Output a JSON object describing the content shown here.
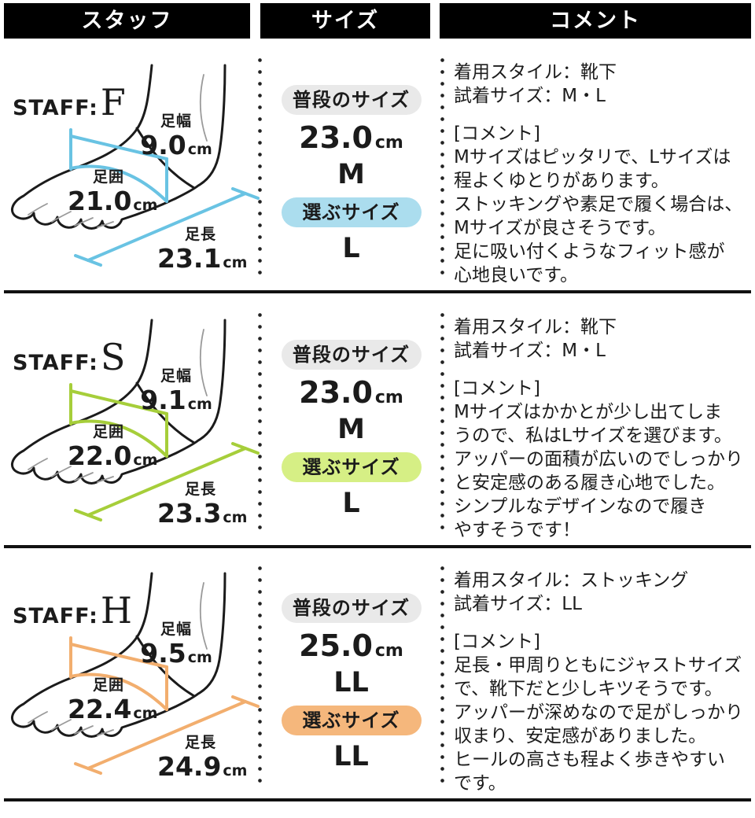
{
  "header": {
    "columns": [
      {
        "label": "スタッフ"
      },
      {
        "label": "サイズ"
      },
      {
        "label": "コメント"
      }
    ]
  },
  "labels": {
    "staff_prefix": "STAFF:",
    "foot_width": "足幅",
    "foot_girth": "足囲",
    "foot_length": "足長",
    "cm_unit": "cm",
    "usual_size": "普段のサイズ",
    "pick_size": "選ぶサイズ"
  },
  "usual_pill_color": "#e9e9e9",
  "rows": [
    {
      "staff_initial": "F",
      "foot_width_cm": "9.0",
      "foot_girth_cm": "21.0",
      "foot_length_cm": "23.1",
      "usual_size_cm": "23.0",
      "usual_size_label": "M",
      "pick_size_label": "L",
      "accent_color": "#69c3e3",
      "pick_pill_color": "#abddee",
      "wear_style": "着用スタイル：靴下",
      "try_sizes": "試着サイズ：M・L",
      "comment_title": "[コメント]",
      "comment": "Mサイズはピッタリで、Lサイズは\n程よくゆとりがあります。\nストッキングや素足で履く場合は、\nMサイズが良さそうです。\n足に吸い付くようなフィット感が\n心地良いです。"
    },
    {
      "staff_initial": "S",
      "foot_width_cm": "9.1",
      "foot_girth_cm": "22.0",
      "foot_length_cm": "23.3",
      "usual_size_cm": "23.0",
      "usual_size_label": "M",
      "pick_size_label": "L",
      "accent_color": "#a6ce3a",
      "pick_pill_color": "#d6ef85",
      "wear_style": "着用スタイル：靴下",
      "try_sizes": "試着サイズ：M・L",
      "comment_title": "[コメント]",
      "comment": "Mサイズはかかとが少し出てしま\nうので、私はLサイズを選びます。\nアッパーの面積が広いのでしっかり\nと安定感のある履き心地でした。\nシンプルなデザインなので履き\nやすそうです！"
    },
    {
      "staff_initial": "H",
      "foot_width_cm": "9.5",
      "foot_girth_cm": "22.4",
      "foot_length_cm": "24.9",
      "usual_size_cm": "25.0",
      "usual_size_label": "LL",
      "pick_size_label": "LL",
      "accent_color": "#f2ae6e",
      "pick_pill_color": "#f5b77c",
      "wear_style": "着用スタイル：ストッキング",
      "try_sizes": "試着サイズ：LL",
      "comment_title": "[コメント]",
      "comment": "足長・甲周りともにジャストサイズ\nで、靴下だと少しキツそうです。\nアッパーが深めなので足がしっかり\n収まり、安定感がありました。\nヒールの高さも程よく歩きやすい\nです。"
    }
  ]
}
